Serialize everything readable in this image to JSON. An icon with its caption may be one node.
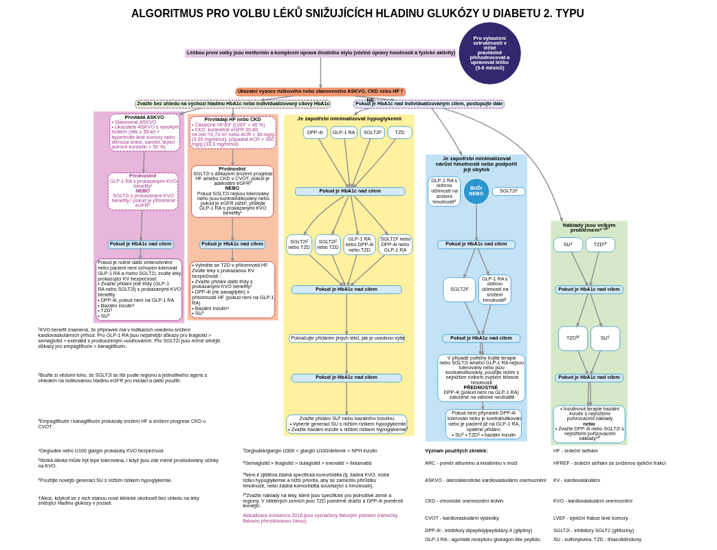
{
  "diagram": {
    "title": "ALGORITMUS PRO VOLBU LÉKŮ SNIŽUJÍCÍCH HLADINU GLUKÓZY U DIABETU 2. TYPU",
    "nodes": [
      {
        "text": [
          "Léčbou první volby jsou metformin a komplexní úprava životního stylu (včetně úpravy hmotnosti a fyzické aktivity)"
        ]
      },
      {
        "text": [
          "Pro vyloučení setrvačnosti v léčbě pravidelně přehodnocovat a upravovat léčbu (3-6 měsíců)"
        ]
      },
      {
        "text": [
          "Ukazatel vysoce rizikového nebo stanoveného ASKVO, CKD nebo HF †"
        ]
      },
      {
        "text": [
          "Zvažte bez ohledu na výchozí hladinu HbA1c nebo individualizovaný cílový HbA1c"
        ]
      },
      {
        "text": [],
        "shape": "box"
      },
      {
        "text": [
          "Převládá ASKVO",
          "• Stanovené ASKVO",
          "• Ukazatele ASKVO s vysokým rizikem (věk ≥ 55 let + hypertrofie levé komory nebo stenóza srdce, karotid, tepen dolních končetin > 50 %)"
        ],
        "in": 4
      },
      {
        "text": [
          "Přednostně",
          "GLP-1 RA s prokázanými KVO benefity¹",
          "NEBO",
          "SGLT2i s prokázanými KVO benefity,¹ pokud je přiměřené eGFR²"
        ],
        "in": 4
      },
      {
        "text": [
          "Pokud je HbA1c nad cílem"
        ],
        "in": 4
      },
      {
        "text": [
          "Pokud je nutné další zintenzivnění nebo pacient není schopen tolerovat GLP-1 RA a /nebo SGLT2i, zvolte léky prokazující KV bezpečnost:",
          "• Zvažte přidání jiné třídy (GLP-1 RA nebo SGLT2i) s prokázanými KVO benefity",
          "• DPP-4i, pokud není na GLP-1 RA",
          "• Bazální inzulin⁴",
          "• TZD⁵",
          "• SU⁶"
        ],
        "in": 4
      },
      {
        "text": [],
        "shape": "box"
      },
      {
        "text": [
          "Převládají HF nebo CKD",
          "• Částečné HFrEF (LVEF < 45 %)",
          "• CKD; konkrétně eGFR 30-60 ml.min⁻¹/1,73 m² nebo ACR > 30 mg/g (3,39 mg/mmol), případně ACR > 300 mg/g (33,9 mg/mmol)"
        ],
        "in": 9
      },
      {
        "text": [
          "Přednostně",
          "SGLT2i s důkazem snížení progrese HF a/nebo CKD v CVOT, pokud je adekvátní eGFR³",
          "NEBO",
          "Pokud SGLT2i nejsou tolerovány nebo jsou kontraindikovány nebo pokud je eGFR nižší², přidejte GLP-1 RA s prokázanými KVO benefity¹"
        ],
        "in": 9
      },
      {
        "text": [
          "Pokud je HbA1c nad cílem"
        ],
        "in": 9
      },
      {
        "text": [
          "• Vyhněte se TZD v přítomnosti HF",
          "Zvolte léky s prokázanou KV bezpečností :",
          "• Zvažte přidání další třídy s prokázanými KVO benefity¹",
          "• DPP-4i (ne saxagliptin) v přítomnosti HF (pokud není na GLP-1 RA)",
          "• Bazální inzulin⁴",
          "• SU⁶"
        ],
        "in": 9
      },
      {
        "text": [
          "Pokud je HbA1c nad individualizovaným cílem, postupujte dále"
        ]
      },
      {
        "text": [
          "Je zapotřebí minimalizovat hypoglykemii"
        ]
      },
      {
        "text": [
          "DPP-4i"
        ],
        "in": 15
      },
      {
        "text": [
          "GLP-1 RA"
        ],
        "in": 15
      },
      {
        "text": [
          "SGLT2i²"
        ],
        "in": 15
      },
      {
        "text": [
          "TZD"
        ],
        "in": 15
      },
      {
        "text": [
          "Pokud je HbA1c nad cílem"
        ],
        "in": 15
      },
      {
        "text": [
          "SGLT2i² nebo TZD"
        ],
        "in": 15
      },
      {
        "text": [
          "SGLT2i² nebo TZD"
        ],
        "in": 15
      },
      {
        "text": [
          "GLP-1 RA nebo DPP-4i nebo TZD"
        ],
        "in": 15
      },
      {
        "text": [
          "SGLT2i² nebo DPP-4i nebo GLP-1 RA"
        ],
        "in": 15
      },
      {
        "text": [
          "Pokud je HbA1c nad cílem"
        ],
        "in": 15
      },
      {
        "text": [
          "Pokračujte přidáním jiných léků, jak je uvedeno výše"
        ],
        "in": 15
      },
      {
        "text": [
          "Pokud je HbA1c nad cílem"
        ],
        "in": 15
      },
      {
        "text": [
          "Zvažte přidání SU⁶ nebo bazálního inzulinu:",
          "• Vyberte generaci SU s nižším rizikem hypoglykemie",
          "• Zvažte bazální inzulin s nižším rizikem hypoglykemie⁷"
        ],
        "in": 15
      },
      {
        "text": [
          "Je zapotřebí minimalizovat nárůst hmotnosti nebo podpořit její úbytek"
        ]
      },
      {
        "text": [
          "GLP-1 RA s dobrou účinností na snížení hmotnosti⁸"
        ],
        "in": 29
      },
      {
        "text": [
          "BUĎ/ NEBO"
        ],
        "in": 29
      },
      {
        "text": [
          "SGLT2i²"
        ],
        "in": 29
      },
      {
        "text": [
          "Pokud je HbA1c nad cílem"
        ],
        "in": 29
      },
      {
        "text": [
          "SGLT2i²"
        ],
        "in": 29
      },
      {
        "text": [
          "GLP-1 RA s dobrou účinností na snížení hmotnosti⁸"
        ],
        "in": 29
      },
      {
        "text": [
          "Pokud je HbA1c nad cílem"
        ],
        "in": 29
      },
      {
        "text": [
          "V případě potřeby trojité terapie nebo SGLT2i a/nebo GLP-1 RA nejsou tolerovány nebo jsou kontraindikovány, použijte režim s nejnižším rizikem zvýšení tělesné hmotnosti",
          "PŘEDNOSTNĚ",
          "DPP-4i (pokud není na GLP-1 RA) založené na váhové neutralitě"
        ],
        "in": 29
      },
      {
        "text": [
          "Pokud není přípravek DPP-4i tolerován nebo je kontraindikován nebo je pacient již na GLP-1 RA, opatrné přidání:",
          "• SU⁶ • TZD⁵ • bazální inzulin"
        ],
        "in": 29
      },
      {
        "text": [
          "Náklady jsou velkým problémem⁹⁻¹⁰"
        ]
      },
      {
        "text": [
          "SU⁶"
        ],
        "in": 39
      },
      {
        "text": [
          "TZD¹⁰"
        ],
        "in": 39
      },
      {
        "text": [
          "Pokud je HbA1c nad cílem"
        ],
        "in": 39
      },
      {
        "text": [
          "TZD¹⁰"
        ],
        "in": 39
      },
      {
        "text": [
          "SU⁶"
        ],
        "in": 39
      },
      {
        "text": [
          "Pokud je HbA1c nad cílem"
        ],
        "in": 39
      },
      {
        "text": [
          "• Inzulinová terapie bazální inzulin s nejnižšími pořizovacími náklady",
          "nebo",
          "• Zvažte DPP-4i nebo SGLT2i s nejnižšími pořizovacími náklady¹⁰"
        ],
        "in": 39
      }
    ],
    "edges": [
      {
        "from": 0,
        "to": 2,
        "arrow": "to"
      },
      {
        "from": 2,
        "to": 3,
        "arrow": "to"
      },
      {
        "from": 2,
        "to": 14,
        "arrow": "to",
        "label": "NE"
      },
      {
        "from": 3,
        "to": 5,
        "arrow": "to"
      },
      {
        "from": 3,
        "to": 10,
        "arrow": "to"
      },
      {
        "from": 5,
        "to": 6,
        "arrow": "to"
      },
      {
        "from": 6,
        "to": 7,
        "arrow": "to"
      },
      {
        "from": 7,
        "to": 8,
        "arrow": "to"
      },
      {
        "from": 10,
        "to": 11,
        "arrow": "to"
      },
      {
        "from": 11,
        "to": 12,
        "arrow": "to"
      },
      {
        "from": 12,
        "to": 13,
        "arrow": "to"
      },
      {
        "from": 14,
        "to": 15,
        "arrow": "to"
      },
      {
        "from": 14,
        "to": 29,
        "arrow": "to"
      },
      {
        "from": 14,
        "to": 39,
        "arrow": "to"
      },
      {
        "from": 16,
        "to": 20,
        "arrow": "to"
      },
      {
        "from": 17,
        "to": 20,
        "arrow": "to"
      },
      {
        "from": 18,
        "to": 20,
        "arrow": "to"
      },
      {
        "from": 19,
        "to": 20,
        "arrow": "to"
      },
      {
        "from": 20,
        "to": 21,
        "arrow": "to"
      },
      {
        "from": 20,
        "to": 22,
        "arrow": "to"
      },
      {
        "from": 20,
        "to": 23,
        "arrow": "to"
      },
      {
        "from": 20,
        "to": 24,
        "arrow": "to"
      },
      {
        "from": 21,
        "to": 25,
        "arrow": "to"
      },
      {
        "from": 22,
        "to": 25,
        "arrow": "to"
      },
      {
        "from": 23,
        "to": 25,
        "arrow": "to"
      },
      {
        "from": 24,
        "to": 25,
        "arrow": "to"
      },
      {
        "from": 25,
        "to": 26,
        "arrow": "to"
      },
      {
        "from": 26,
        "to": 27,
        "arrow": "to"
      },
      {
        "from": 27,
        "to": 28,
        "arrow": "to"
      },
      {
        "from": 31,
        "to": 33,
        "arrow": "to"
      },
      {
        "from": 33,
        "to": 34,
        "arrow": "to"
      },
      {
        "from": 33,
        "to": 35,
        "arrow": "to"
      },
      {
        "from": 34,
        "to": 36,
        "arrow": "to"
      },
      {
        "from": 35,
        "to": 36,
        "arrow": "to"
      },
      {
        "from": 36,
        "to": 37,
        "arrow": "to"
      },
      {
        "from": 36,
        "to": 37,
        "arrow": "to"
      },
      {
        "from": 37,
        "to": 38,
        "arrow": "to"
      },
      {
        "from": 40,
        "to": 42,
        "arrow": "to"
      },
      {
        "from": 41,
        "to": 42,
        "arrow": "to"
      },
      {
        "from": 42,
        "to": 43,
        "arrow": "to"
      },
      {
        "from": 42,
        "to": 44,
        "arrow": "to"
      },
      {
        "from": 43,
        "to": 45,
        "arrow": "to"
      },
      {
        "from": 44,
        "to": 45,
        "arrow": "to"
      },
      {
        "from": 45,
        "to": 46,
        "arrow": "to"
      },
      {
        "from": 45,
        "to": 46,
        "arrow": "to"
      }
    ],
    "labels": [
      "¹KVO benefit znamená, že přípravek má v indikacích uvedeno snížení kardiovaskulárních příhod. Pro GLP-1 RA jsou nejsilnější důkazy pro liraglutid > semaglutid > exenatid s prodlouženým uvolňováním. Pro SGLT2i jsou mírně silnější důkazy pro empagliflozin > kanagliflozin.",
      "²Buďte si vědomi toho, že SGLT2i se liší podle regionu a jednotlivého agens s ohledem na indikovanou hladinu eGFR pro iniciaci a další použití.",
      "³Empagliflozin i kanagliflozin prokázaly snížení HF a snížení progrese CKD u CVOT.",
      "⁴Degludek nebo U100 glargin prokázaly KVO bezpečnost.",
      "⁵Nízká dávka může být lépe tolerována, i když jsou zde méně prostudovány účinky na KVO.",
      "⁶Použijte novější generaci SU s nižším rizikem hypoglykemie.",
      "†Akce, kdykoli se z nich stanou nové klinické okolnosti bez ohledu na léky snižující hladinu glukózy v pozadí.",
      "⁷Degludek/glargin U300 < glargin U100/detemir < NPH inzulin",
      "⁸Semaglutid > liraglutid > dulaglutid > exenatid > lixisenatid",
      "⁹Není-li zjištěna žádná specifická komorbidita (tj. žádná KVO, nízké riziko hypoglykemie a nižší priorita, aby se zamezilo přírůstku hmotnosti, nebo žádná komorbidita související s hmotností).",
      "¹⁰Zvažte náklady na léky, které jsou specifické pro jednotlivé země a regiony. V některých zemích jsou TZD poměrně dražší a DPP-4i poměrně levnější.",
      "Aktualizace konsenzu 2018 jsou vyznačeny fialovým písmem (rámečky fialovou přerušovanou čarou)",
      "Význam použitých zkratek:",
      "ARC - poměr albuminu a kreatininu v moči",
      "ASKVO - aterosklerotické kardiovaskulární onemocnění",
      "CKD - chronické onemocnění ledvin",
      "CVOT - kardiovaskulární výsledky",
      "DPP-4i - inhibitory dipeptidylpeptidázy-4 (gliptiny)",
      "GLP-1 RA - agonisté receptoru glukagon-like peptidu",
      "HF - srdeční selhání",
      "HFREF - srdeční selhání se sníženou ejekční frakcí",
      "KV - kardiovaskulární",
      "KVO - kardiovaskulární onemocnění",
      "LVEF - ejekční frakce levé komory",
      "SGLT2i - inhibitory SGLT2 (glifloziny)",
      "SU - sulfonylurea; TZD - thiazolidindiony"
    ]
  }
}
